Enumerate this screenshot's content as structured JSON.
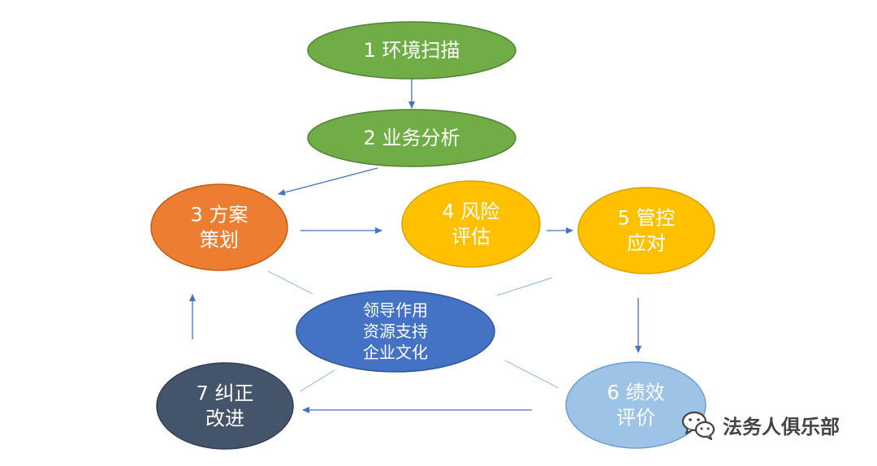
{
  "nodes": {
    "env_scan": {
      "lines": [
        "1 环境扫描"
      ],
      "color": "#70ad47",
      "border": "#548235"
    },
    "biz": {
      "lines": [
        "2 业务分析"
      ],
      "color": "#70ad47",
      "border": "#548235"
    },
    "plan": {
      "lines": [
        "3 方案",
        "策划"
      ],
      "color": "#ed7d31",
      "border": "#c55a11"
    },
    "risk": {
      "lines": [
        "4 风险",
        "评估"
      ],
      "color": "#ffc000",
      "border": "#d9a300"
    },
    "control": {
      "lines": [
        "5 管控",
        "应对"
      ],
      "color": "#ffc000",
      "border": "#d9a300"
    },
    "center": {
      "lines": [
        "领导作用",
        "资源支持",
        "企业文化"
      ],
      "color": "#4472c4",
      "border": "#2f5597"
    },
    "perf": {
      "lines": [
        "6 绩效",
        "评价"
      ],
      "color": "#9dc3e6",
      "border": "#6f9fcf"
    },
    "correct": {
      "lines": [
        "7 纠正",
        "改进"
      ],
      "color": "#44546a",
      "border": "#333f50"
    }
  },
  "arrow_color": "#4472c4",
  "watermark": {
    "text": "法务人俱乐部",
    "icon": "wechat-icon"
  }
}
